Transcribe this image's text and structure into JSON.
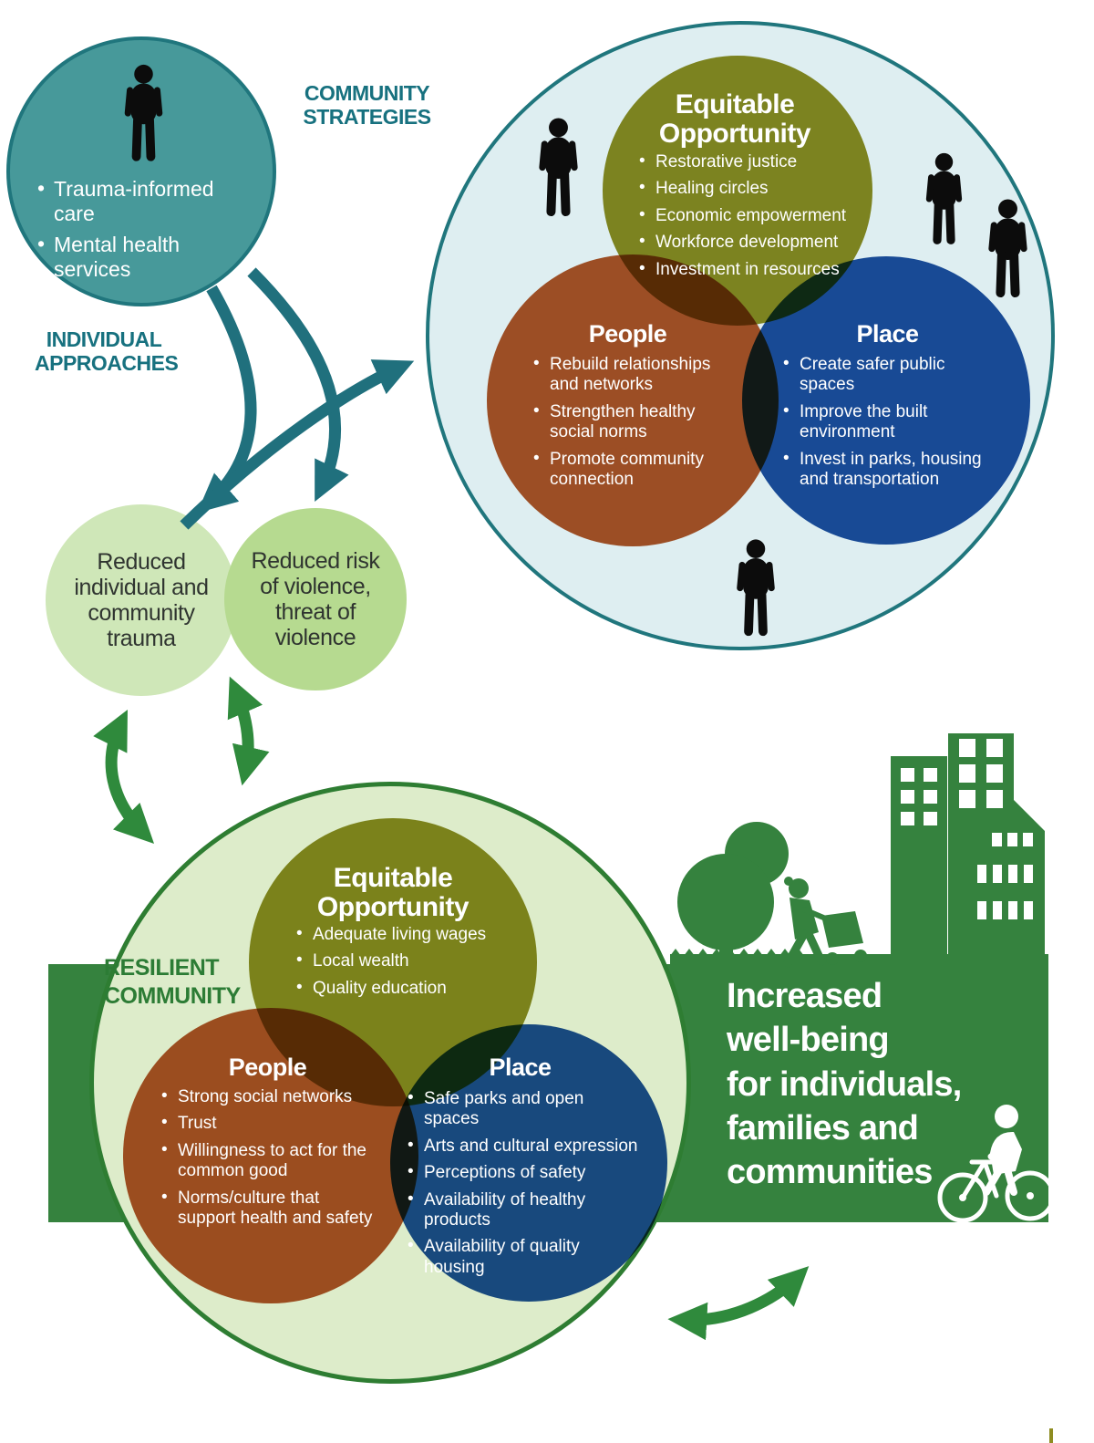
{
  "colors": {
    "teal_fill": "#47999a",
    "teal_border": "#20767d",
    "teal_text": "#17717f",
    "teal_arrow": "#20707d",
    "pale_blue": "#deeef1",
    "olive": "#8e8c21",
    "rust": "#b35327",
    "blue": "#1b4f9e",
    "outcome_green_light": "#cfe7b8",
    "outcome_green": "#b6da90",
    "resilient_fill": "#ddecca",
    "resilient_border": "#2e7d32",
    "banner_green": "#35823e",
    "arrow_green": "#2f8a3c"
  },
  "individual_approaches": {
    "label_lines": [
      "INDIVIDUAL",
      "APPROACHES"
    ],
    "bullets": [
      "Trauma-informed care",
      "Mental health services"
    ]
  },
  "community_strategies": {
    "label_lines": [
      "COMMUNITY",
      "STRATEGIES"
    ],
    "equitable_opportunity": {
      "title_lines": [
        "Equitable",
        "Opportunity"
      ],
      "bullets": [
        "Restorative justice",
        "Healing circles",
        "Economic empowerment",
        "Workforce development",
        "Investment in resources"
      ]
    },
    "people": {
      "title": "People",
      "bullets": [
        "Rebuild relationships and networks",
        "Strengthen healthy social norms",
        "Promote community connection"
      ]
    },
    "place": {
      "title": "Place",
      "bullets": [
        "Create safer public spaces",
        "Improve the built environment",
        "Invest in parks, housing and transportation"
      ]
    }
  },
  "outcomes": {
    "trauma": "Reduced individual and community trauma",
    "violence": "Reduced risk of violence, threat of violence"
  },
  "resilient_community": {
    "label_lines": [
      "RESILIENT",
      "COMMUNITY"
    ],
    "equitable_opportunity": {
      "title_lines": [
        "Equitable",
        "Opportunity"
      ],
      "bullets": [
        "Adequate living wages",
        "Local wealth",
        "Quality education"
      ]
    },
    "people": {
      "title": "People",
      "bullets": [
        "Strong social networks",
        "Trust",
        "Willingness to act for the common good",
        "Norms/culture that support health and safety"
      ]
    },
    "place": {
      "title": "Place",
      "bullets": [
        "Safe parks and open spaces",
        "Arts and cultural expression",
        "Perceptions of safety",
        "Availability of healthy products",
        "Availability of quality housing"
      ]
    }
  },
  "wellbeing": {
    "lines": [
      "Increased",
      "well-being",
      "for individuals,",
      "families and",
      "communities"
    ]
  }
}
